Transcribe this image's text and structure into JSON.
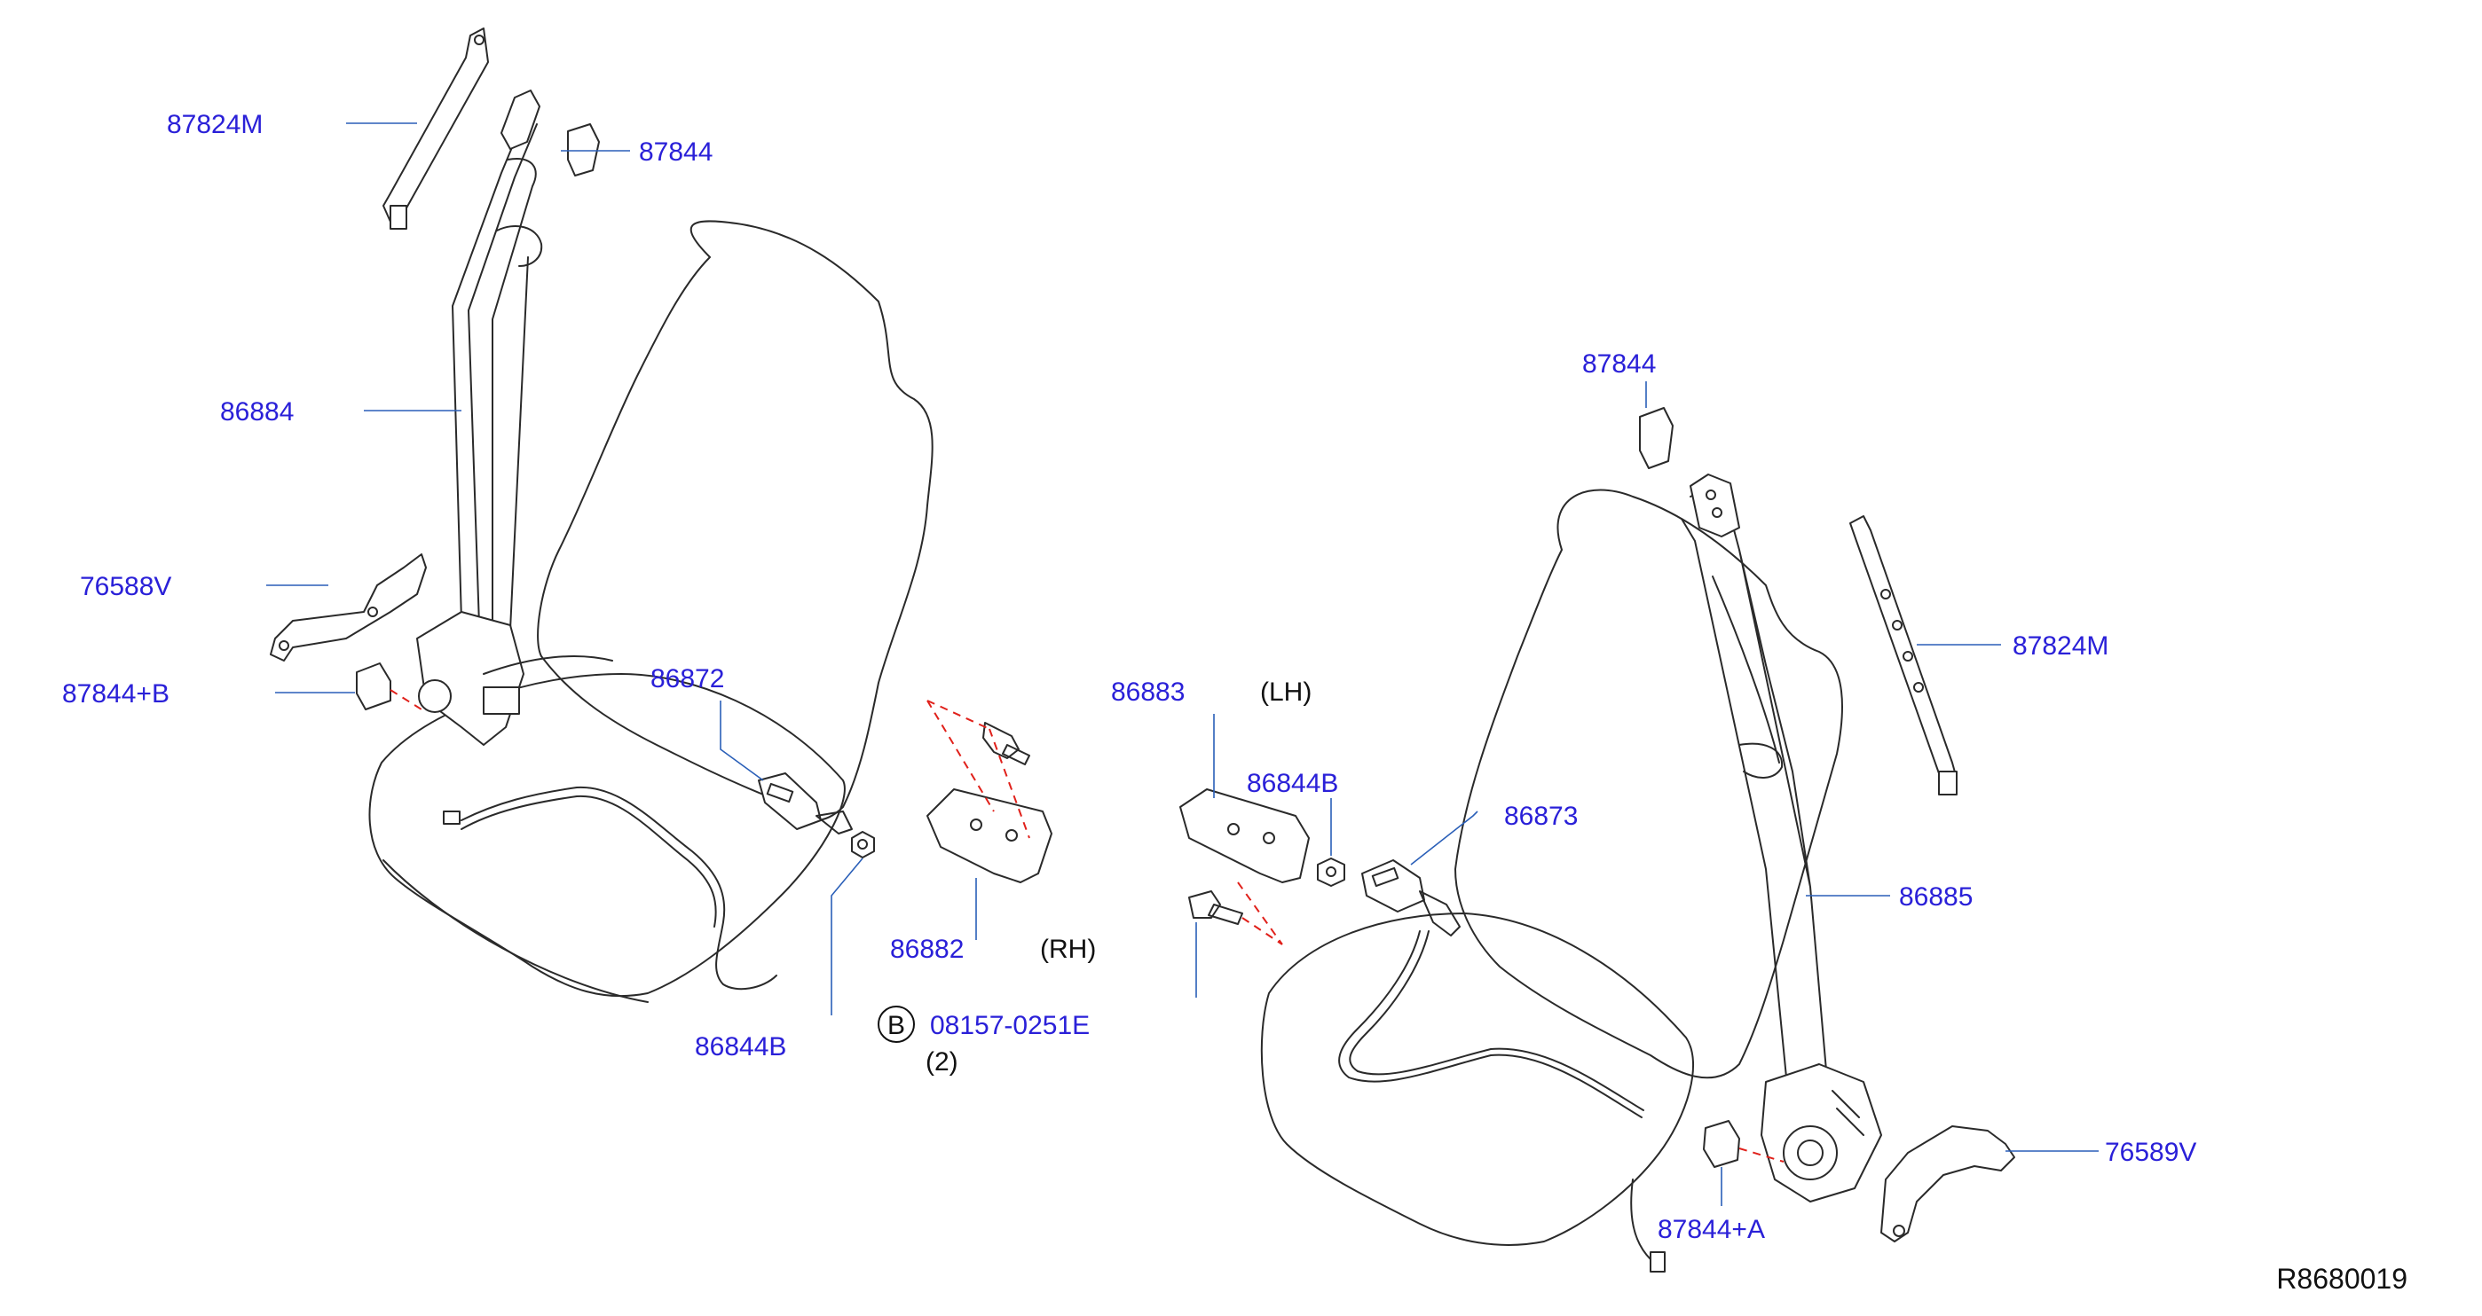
{
  "diagram": {
    "reference_code": "R8680019",
    "colors": {
      "label_text": "#2a20d8",
      "leader_line": "#2a5fb8",
      "line_art": "#2a2a2a",
      "dashed_guide": "#e0201a"
    },
    "callouts": {
      "left_seat": {
        "anchor_cover_upper": "87824M",
        "guide_cap_upper": "87844",
        "seat_belt_rh": "86884",
        "retractor_bracket": "76588V",
        "retractor_cap": "87844+B",
        "buckle": "86872",
        "nut": "86844B"
      },
      "center": {
        "buckle_bracket_rh": "86882",
        "rh_note": "(RH)",
        "bolt_badge": "B",
        "bolt_part": "08157-0251E",
        "bolt_qty": "(2)",
        "buckle_bracket_lh": "86883",
        "lh_note": "(LH)",
        "nut": "86844B"
      },
      "right_seat": {
        "guide_cap_upper": "87844",
        "anchor_cover_upper": "87824M",
        "buckle": "86873",
        "seat_belt_lh": "86885",
        "retractor_bracket": "76589V",
        "retractor_cap": "87844+A"
      }
    }
  }
}
